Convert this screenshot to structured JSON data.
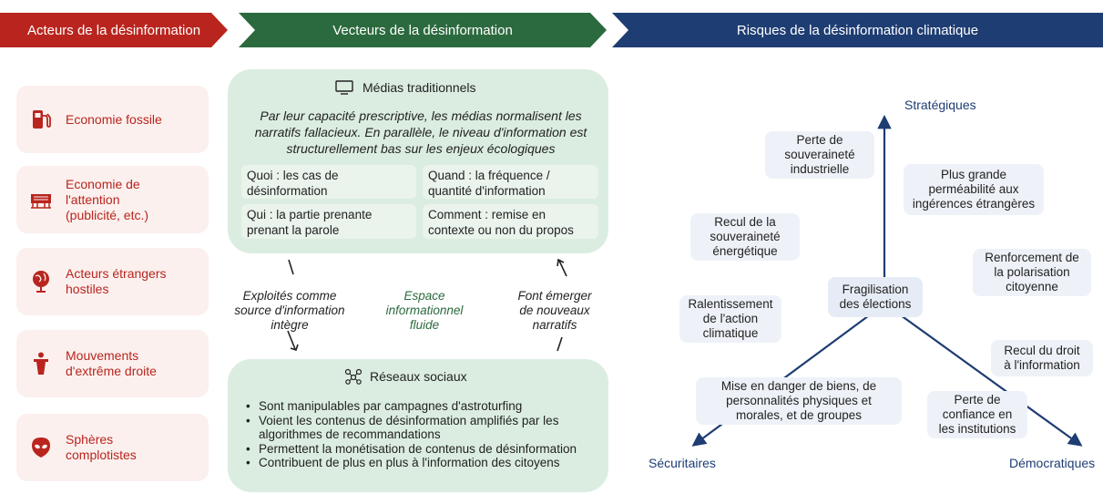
{
  "headers": {
    "actors": "Acteurs de la désinformation",
    "vectors": "Vecteurs de la désinformation",
    "risks": "Risques de la désinformation climatique"
  },
  "colors": {
    "red": "#b9251e",
    "green": "#2b6a3e",
    "blue": "#1e3d73"
  },
  "actors": [
    {
      "label": "Economie fossile",
      "icon": "fuel-pump-icon"
    },
    {
      "label": "Economie de\nl'attention\n(publicité, etc.)",
      "icon": "billboard-icon"
    },
    {
      "label": "Acteurs étrangers\nhostiles",
      "icon": "globe-icon"
    },
    {
      "label": "Mouvements\nd'extrême droite",
      "icon": "person-podium-icon"
    },
    {
      "label": "Sphères\ncomplotistes",
      "icon": "alien-icon"
    }
  ],
  "media": {
    "title": "Médias traditionnels",
    "icon": "monitor-icon",
    "description": "Par leur capacité prescriptive, les médias normalisent les narratifs fallacieux. En parallèle, le niveau d'information est structurellement bas sur les enjeux écologiques",
    "cells": [
      "Quoi : les cas de\ndésinformation",
      "Quand : la fréquence /\nquantité d'information",
      "Qui : la partie prenante\nprenant la parole",
      "Comment : remise en\ncontexte ou non du propos"
    ]
  },
  "flow": {
    "left": "Exploités comme\nsource d'information\nintègre",
    "center": "Espace\ninformationnel\nfluide",
    "right": "Font émerger\nde nouveaux\nnarratifs"
  },
  "social": {
    "title": "Réseaux sociaux",
    "icon": "network-icon",
    "items": [
      "Sont manipulables par campagnes d'astroturfing",
      "Voient les contenus de désinformation amplifiés par les algorithmes de recommandations",
      "Permettent la monétisation de contenus de désinformation",
      "Contribuent de plus en plus à l'information des citoyens"
    ]
  },
  "risks": {
    "axes": {
      "top": "Stratégiques",
      "left": "Sécuritaires",
      "right": "Démocratiques"
    },
    "center": "Fragilisation\ndes élections",
    "boxes": [
      "Perte de\nsouveraineté\nindustrielle",
      "Plus grande\nperméabilité aux\ningérences étrangères",
      "Recul de la\nsouveraineté\nénergétique",
      "Renforcement de\nla polarisation\ncitoyenne",
      "Ralentissement\nde l'action\nclimatique",
      "Recul du droit\nà l'information",
      "Mise en danger de biens, de\npersonnalités physiques et\nmorales, et de groupes",
      "Perte de\nconfiance en\nles institutions"
    ]
  }
}
